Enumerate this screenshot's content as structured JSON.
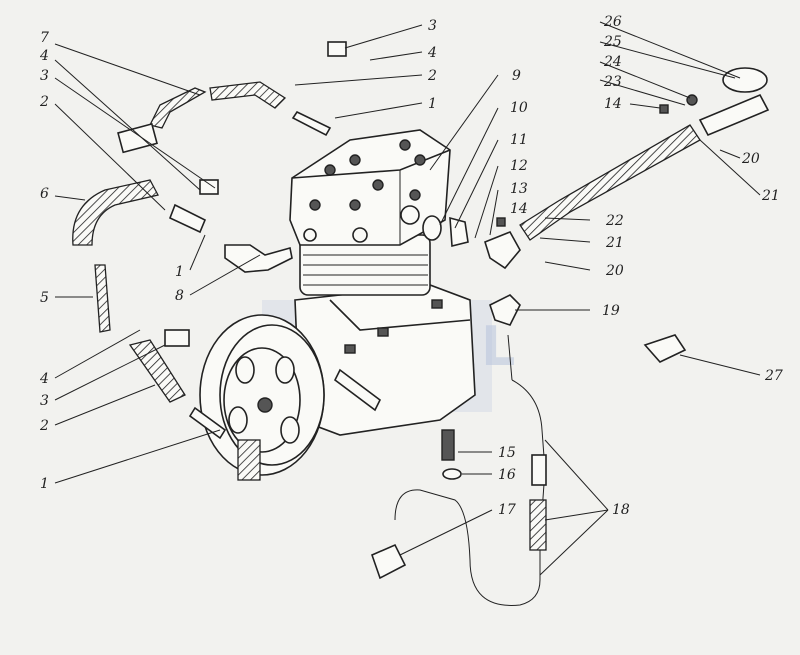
{
  "watermark": "SATTAL",
  "callouts": [
    {
      "id": "c1",
      "text": "3"
    },
    {
      "id": "c2",
      "text": "4"
    },
    {
      "id": "c3",
      "text": "2"
    },
    {
      "id": "c4",
      "text": "1"
    },
    {
      "id": "c5",
      "text": "7"
    },
    {
      "id": "c6",
      "text": "4"
    },
    {
      "id": "c7",
      "text": "3"
    },
    {
      "id": "c8",
      "text": "2"
    },
    {
      "id": "c9",
      "text": "6"
    },
    {
      "id": "c10",
      "text": "1"
    },
    {
      "id": "c11",
      "text": "8"
    },
    {
      "id": "c12",
      "text": "5"
    },
    {
      "id": "c13",
      "text": "4"
    },
    {
      "id": "c14",
      "text": "3"
    },
    {
      "id": "c15",
      "text": "2"
    },
    {
      "id": "c16",
      "text": "1"
    },
    {
      "id": "c17",
      "text": "9"
    },
    {
      "id": "c18",
      "text": "10"
    },
    {
      "id": "c19",
      "text": "11"
    },
    {
      "id": "c20",
      "text": "12"
    },
    {
      "id": "c21",
      "text": "13"
    },
    {
      "id": "c22",
      "text": "14"
    },
    {
      "id": "c23",
      "text": "26"
    },
    {
      "id": "c24",
      "text": "25"
    },
    {
      "id": "c25",
      "text": "24"
    },
    {
      "id": "c26",
      "text": "23"
    },
    {
      "id": "c27",
      "text": "14"
    },
    {
      "id": "c28",
      "text": "20"
    },
    {
      "id": "c29",
      "text": "21"
    },
    {
      "id": "c30",
      "text": "22"
    },
    {
      "id": "c31",
      "text": "21"
    },
    {
      "id": "c32",
      "text": "20"
    },
    {
      "id": "c33",
      "text": "19"
    },
    {
      "id": "c34",
      "text": "27"
    },
    {
      "id": "c35",
      "text": "15"
    },
    {
      "id": "c36",
      "text": "16"
    },
    {
      "id": "c37",
      "text": "17"
    },
    {
      "id": "c38",
      "text": "18"
    }
  ]
}
